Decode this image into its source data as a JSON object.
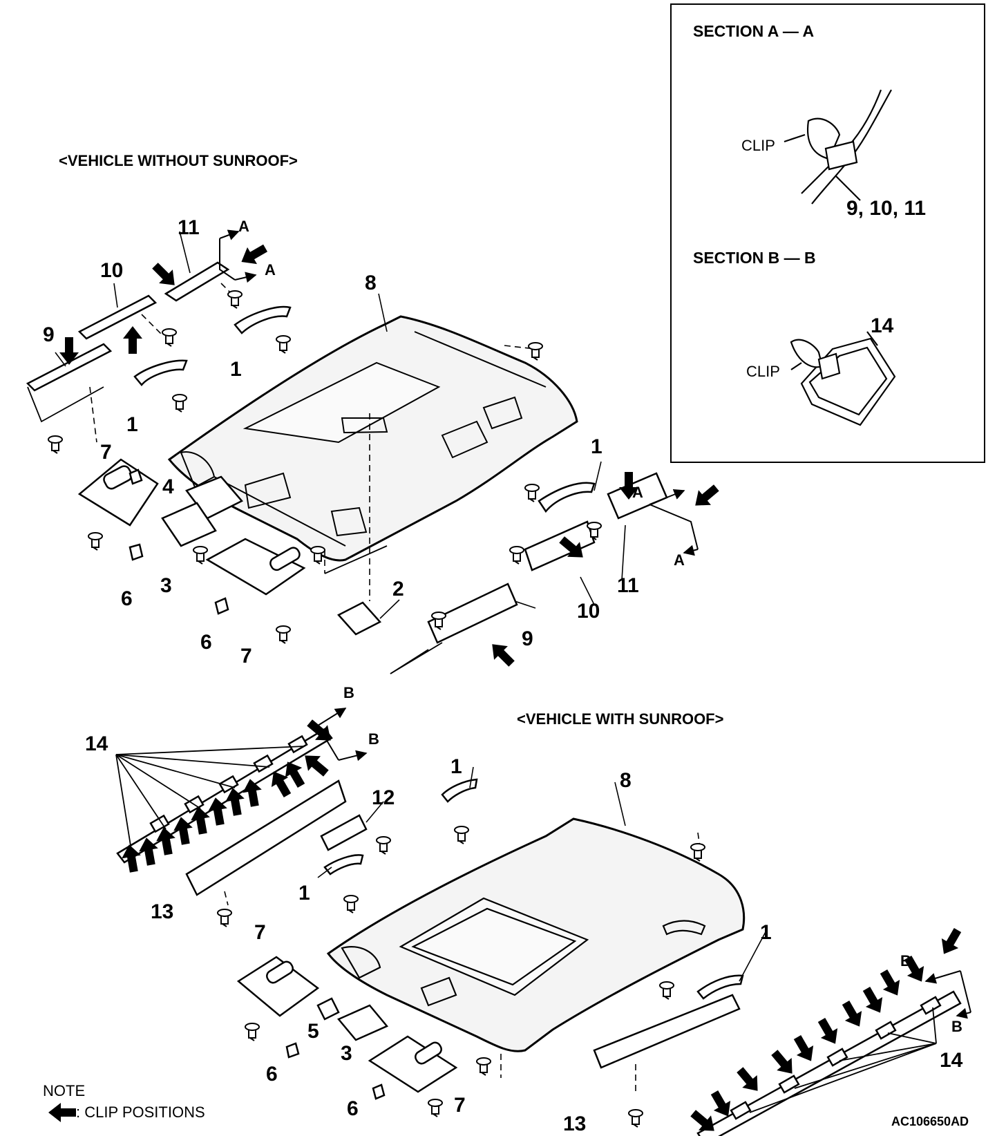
{
  "headings": {
    "without_sunroof": "<VEHICLE WITHOUT SUNROOF>",
    "with_sunroof": "<VEHICLE WITH SUNROOF>"
  },
  "inset": {
    "section_a": "SECTION A — A",
    "section_b": "SECTION B — B",
    "clip_a": "CLIP",
    "clip_b": "CLIP",
    "callout_a": "9, 10, 11",
    "callout_b": "14"
  },
  "section_markers": {
    "a": "A",
    "b": "B"
  },
  "callouts_top": {
    "n1a": "1",
    "n1b": "1",
    "n1c": "1",
    "n2": "2",
    "n3": "3",
    "n4": "4",
    "n6a": "6",
    "n6b": "6",
    "n7a": "7",
    "n7b": "7",
    "n8": "8",
    "n9a": "9",
    "n9b": "9",
    "n10a": "10",
    "n10b": "10",
    "n11a": "11",
    "n11b": "11"
  },
  "callouts_bottom": {
    "n1a": "1",
    "n1b": "1",
    "n1c": "1",
    "n3": "3",
    "n5": "5",
    "n6a": "6",
    "n6b": "6",
    "n7a": "7",
    "n7b": "7",
    "n8": "8",
    "n12": "12",
    "n13a": "13",
    "n13b": "13",
    "n14a": "14",
    "n14b": "14"
  },
  "note": {
    "title": "NOTE",
    "text": ": CLIP POSITIONS"
  },
  "figure_id": "AC106650AD",
  "colors": {
    "line": "#000000",
    "fill": "#ffffff",
    "shade": "#e6e6e6"
  }
}
